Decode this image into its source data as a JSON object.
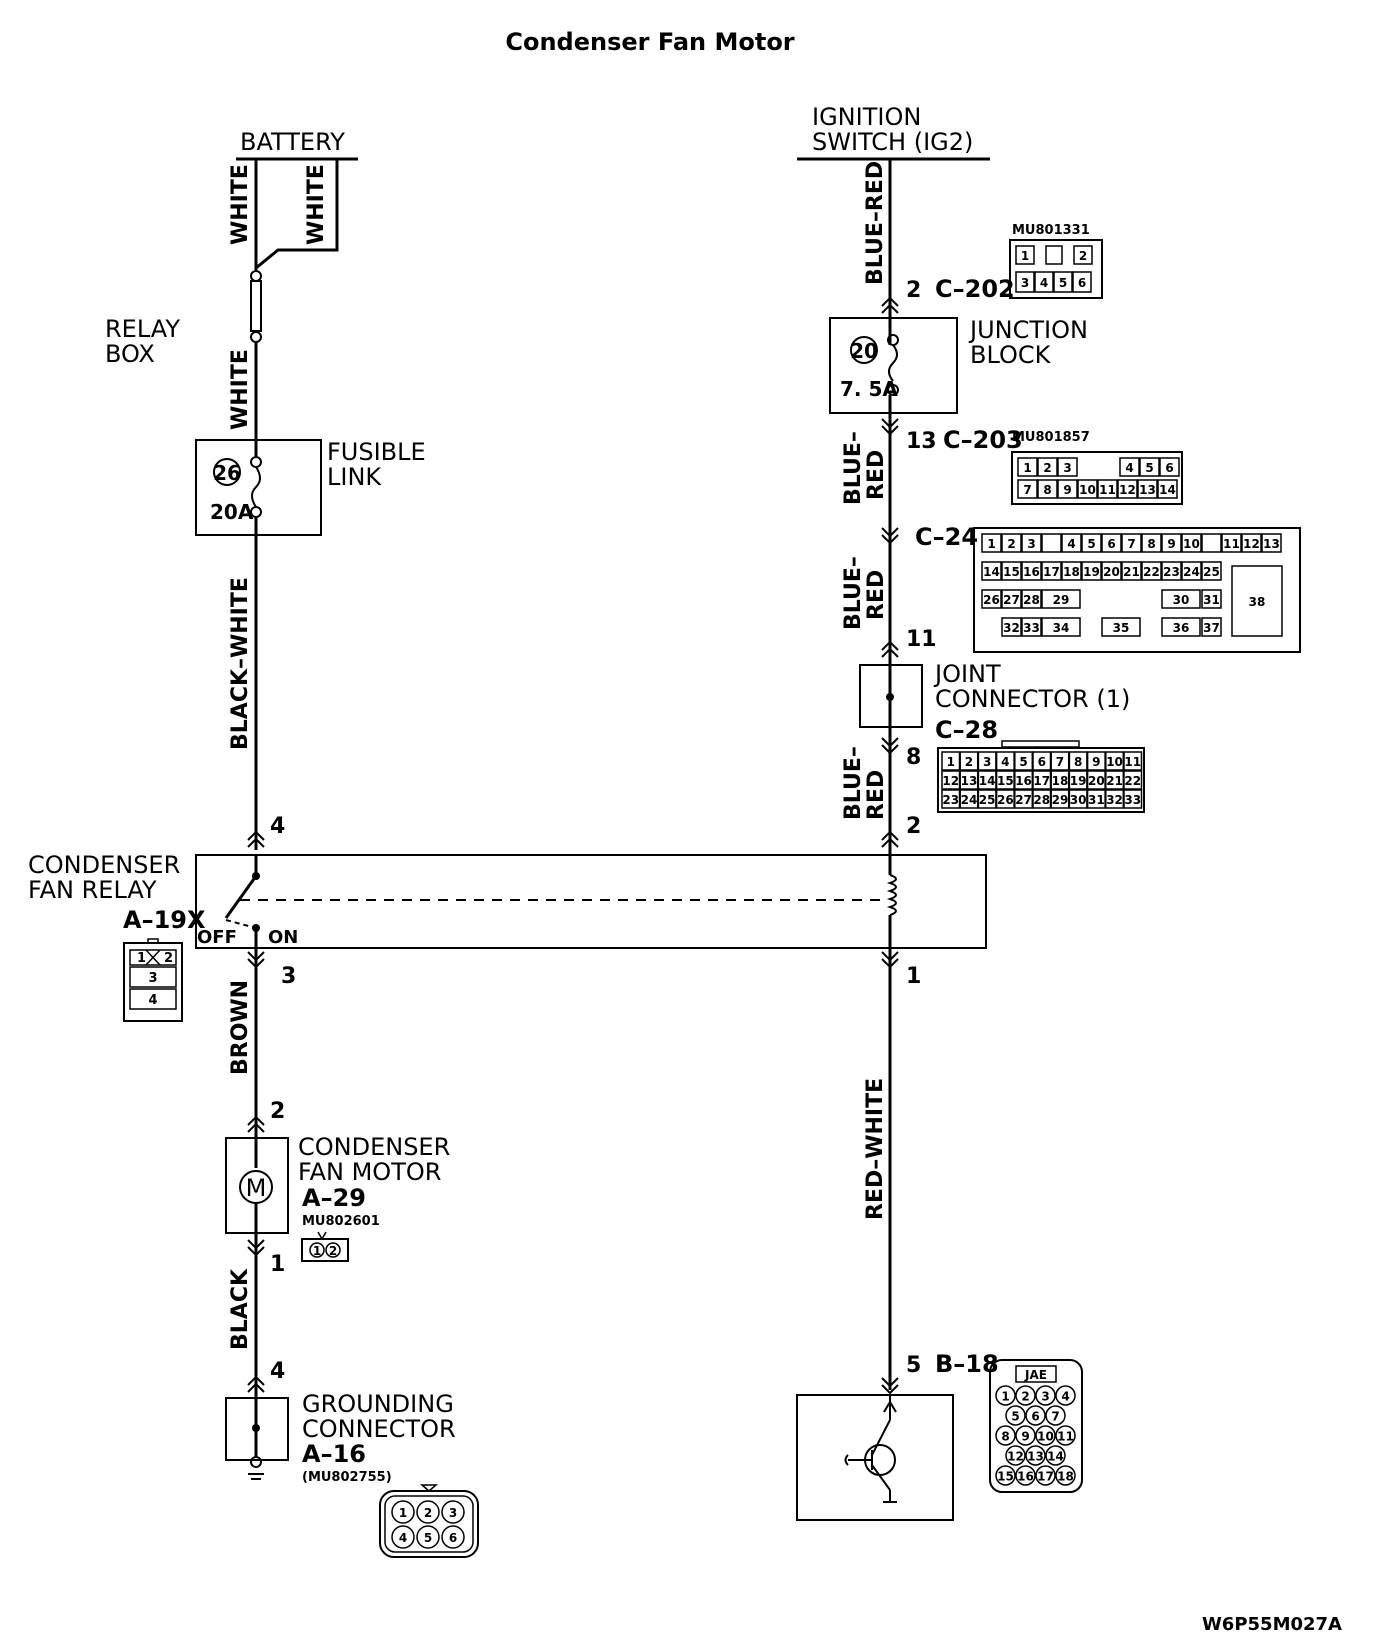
{
  "title": "Condenser Fan Motor",
  "footer_code": "W6P55M027A",
  "left": {
    "battery": "BATTERY",
    "wire_white_1": "WHITE",
    "wire_white_2": "WHITE",
    "relay_box": [
      "RELAY",
      "BOX"
    ],
    "wire_white_3": "WHITE",
    "fusible_link": [
      "FUSIBLE",
      "LINK"
    ],
    "fuse_num": "26",
    "fuse_rating": "20A",
    "wire_black_white": "BLACK–WHITE",
    "pin_4_top": "4",
    "relay_label": [
      "CONDENSER",
      "FAN RELAY"
    ],
    "relay_code": "A–19X",
    "relay_off": "OFF",
    "relay_on": "ON",
    "pin_3": "3",
    "relay_conn_cells": [
      "1",
      "2",
      "3",
      "4"
    ],
    "wire_brown": "BROWN",
    "pin_2_motor": "2",
    "motor_label": [
      "CONDENSER",
      "FAN MOTOR"
    ],
    "motor_code": "A–29",
    "motor_part": "MU802601",
    "motor_symbol": "M",
    "motor_conn_cells": [
      "1",
      "2"
    ],
    "pin_1_motor": "1",
    "wire_black": "BLACK",
    "pin_4_ground": "4",
    "ground_label": [
      "GROUNDING",
      "CONNECTOR"
    ],
    "ground_code": "A–16",
    "ground_part": "(MU802755)",
    "ground_conn_cells": [
      "1",
      "2",
      "3",
      "4",
      "5",
      "6"
    ]
  },
  "right": {
    "ignition": [
      "IGNITION",
      "SWITCH (IG2)"
    ],
    "wire_blue_red_1": "BLUE–RED",
    "pin_2_c202": "2",
    "c202": "C–202",
    "c202_part": "MU801331",
    "c202_cells": [
      "1",
      "2",
      "3",
      "4",
      "5",
      "6"
    ],
    "junction_block": [
      "JUNCTION",
      "BLOCK"
    ],
    "jb_fuse_num": "20",
    "jb_fuse_rating": "7. 5A",
    "pin_13_c203": "13",
    "c203": "C–203",
    "c203_part": "MU801857",
    "c203_row1": [
      "1",
      "2",
      "3",
      "4",
      "5",
      "6"
    ],
    "c203_row2": [
      "7",
      "8",
      "9",
      "10",
      "11",
      "12",
      "13",
      "14"
    ],
    "wire_blue_red_2": [
      "BLUE–",
      "RED"
    ],
    "c24": "C–24",
    "c24_row1": [
      "1",
      "2",
      "3",
      "4",
      "5",
      "6",
      "7",
      "8",
      "9",
      "10",
      "11",
      "12",
      "13"
    ],
    "c24_row2": [
      "14",
      "15",
      "16",
      "17",
      "18",
      "19",
      "20",
      "21",
      "22",
      "23",
      "24",
      "25"
    ],
    "c24_row3": [
      "26",
      "27",
      "28",
      "29",
      "30",
      "31"
    ],
    "c24_row4": [
      "32",
      "33",
      "34",
      "35",
      "36",
      "37"
    ],
    "c24_big": "38",
    "wire_blue_red_3": [
      "BLUE–",
      "RED"
    ],
    "pin_11": "11",
    "joint_connector": [
      "JOINT",
      "CONNECTOR (1)"
    ],
    "c28": "C–28",
    "pin_8": "8",
    "c28_row1": [
      "1",
      "2",
      "3",
      "4",
      "5",
      "6",
      "7",
      "8",
      "9",
      "10",
      "11"
    ],
    "c28_row2": [
      "12",
      "13",
      "14",
      "15",
      "16",
      "17",
      "18",
      "19",
      "20",
      "21",
      "22"
    ],
    "c28_row3": [
      "23",
      "24",
      "25",
      "26",
      "27",
      "28",
      "29",
      "30",
      "31",
      "32",
      "33"
    ],
    "wire_blue_red_4": [
      "BLUE–",
      "RED"
    ],
    "pin_2_relay": "2",
    "pin_1_relay": "1",
    "wire_red_white": "RED–WHITE",
    "pin_5": "5",
    "b18": "B–18",
    "b18_brand": "JAE",
    "b18_cells": [
      "1",
      "2",
      "3",
      "4",
      "5",
      "6",
      "7",
      "8",
      "9",
      "10",
      "11",
      "12",
      "13",
      "14",
      "15",
      "16",
      "17",
      "18"
    ]
  }
}
